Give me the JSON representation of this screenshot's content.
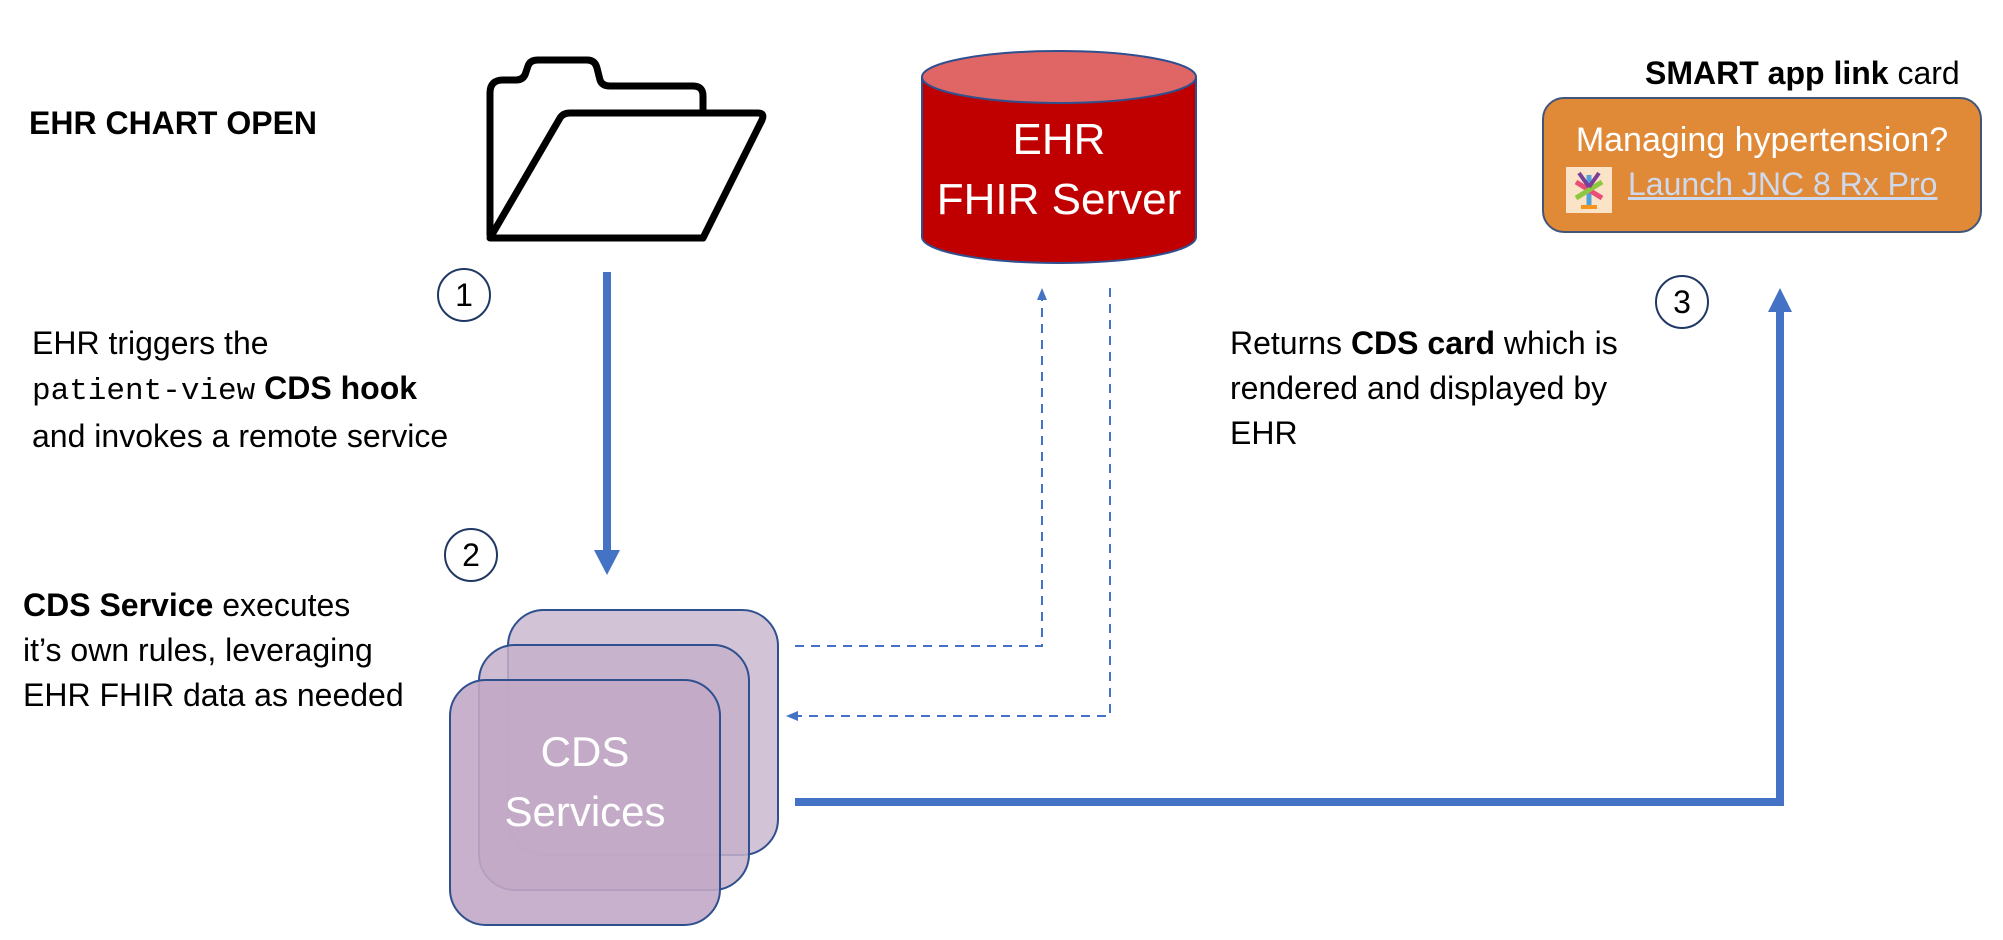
{
  "chart_open": {
    "title": "EHR CHART OPEN"
  },
  "ehr_server": {
    "line1": "EHR",
    "line2": "FHIR Server"
  },
  "smart_card": {
    "heading_bold": "SMART app link",
    "heading_rest": "card",
    "title": "Managing hypertension?",
    "link_text": "Launch JNC 8 Rx Pro",
    "logo_icon": "jnc8-app-logo-icon",
    "background_color": "#e08a38"
  },
  "steps": [
    {
      "number": "1"
    },
    {
      "number": "2"
    },
    {
      "number": "3"
    }
  ],
  "step1_text": {
    "line1": "EHR triggers the",
    "code": "patient-view",
    "hook_bold": "CDS hook",
    "line3": "and invokes a remote service"
  },
  "step2_text": {
    "bold": "CDS Service",
    "rest": "executes",
    "line2": "it’s own rules, leveraging",
    "line3": "EHR FHIR data as needed"
  },
  "step3_text": {
    "pre": "Returns",
    "bold": "CDS card",
    "post": "which is",
    "line2": "rendered and displayed by",
    "line3": "EHR"
  },
  "cds_services": {
    "line1": "CDS",
    "line2": "Services"
  },
  "colors": {
    "arrow_blue": "#4472c4",
    "database_red": "#c00000",
    "database_top": "#e06666",
    "cds_purple": "#c9b3cc",
    "outline_navy": "#2f4f8f"
  }
}
